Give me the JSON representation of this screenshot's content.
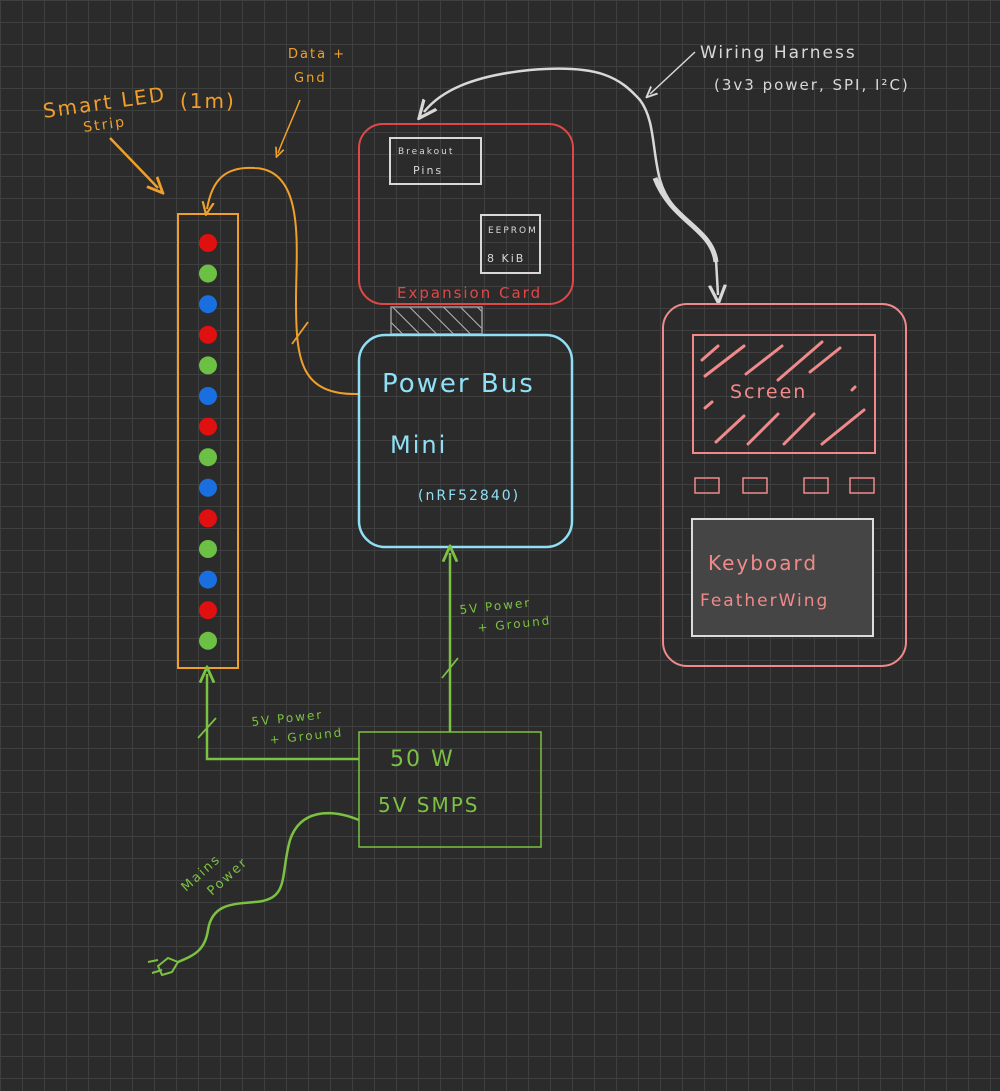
{
  "colors": {
    "background": "#2b2b2b",
    "grid": "#3f3f3f",
    "led_strip": "#f0a02a",
    "expansion_card": "#e04848",
    "power_bus": "#8fe0f5",
    "device": "#f08a8a",
    "power": "#7bc142",
    "harness": "#d8d8d8",
    "led_red": "#e01010",
    "led_green": "#6cc043",
    "led_blue": "#1a6fe0"
  },
  "labels": {
    "led_strip_title_1": "Smart LED",
    "led_strip_title_2": "Strip",
    "led_strip_length": "(1m)",
    "data_gnd_1": "Data +",
    "data_gnd_2": "Gnd",
    "harness_title": "Wiring Harness",
    "harness_detail": "(3v3 power, SPI, I²C)",
    "breakout_1": "Breakout",
    "breakout_2": "Pins",
    "eeprom_1": "EEPROM",
    "eeprom_2": "8 KiB",
    "expansion_card": "Expansion Card",
    "power_bus_1": "Power Bus",
    "power_bus_2": "Mini",
    "power_bus_chip": "(nRF52840)",
    "screen": "Screen",
    "keyboard_1": "Keyboard",
    "keyboard_2": "FeatherWing",
    "power_label_top_1": "5V Power",
    "power_label_top_2": "+ Ground",
    "power_label_left_1": "5V Power",
    "power_label_left_2": "+ Ground",
    "smps_1": "50 W",
    "smps_2": "5V SMPS",
    "mains_1": "Mains",
    "mains_2": "Power"
  },
  "leds": [
    "red",
    "green",
    "blue",
    "red",
    "green",
    "blue",
    "red",
    "green",
    "blue",
    "red",
    "green",
    "blue",
    "red",
    "green"
  ]
}
